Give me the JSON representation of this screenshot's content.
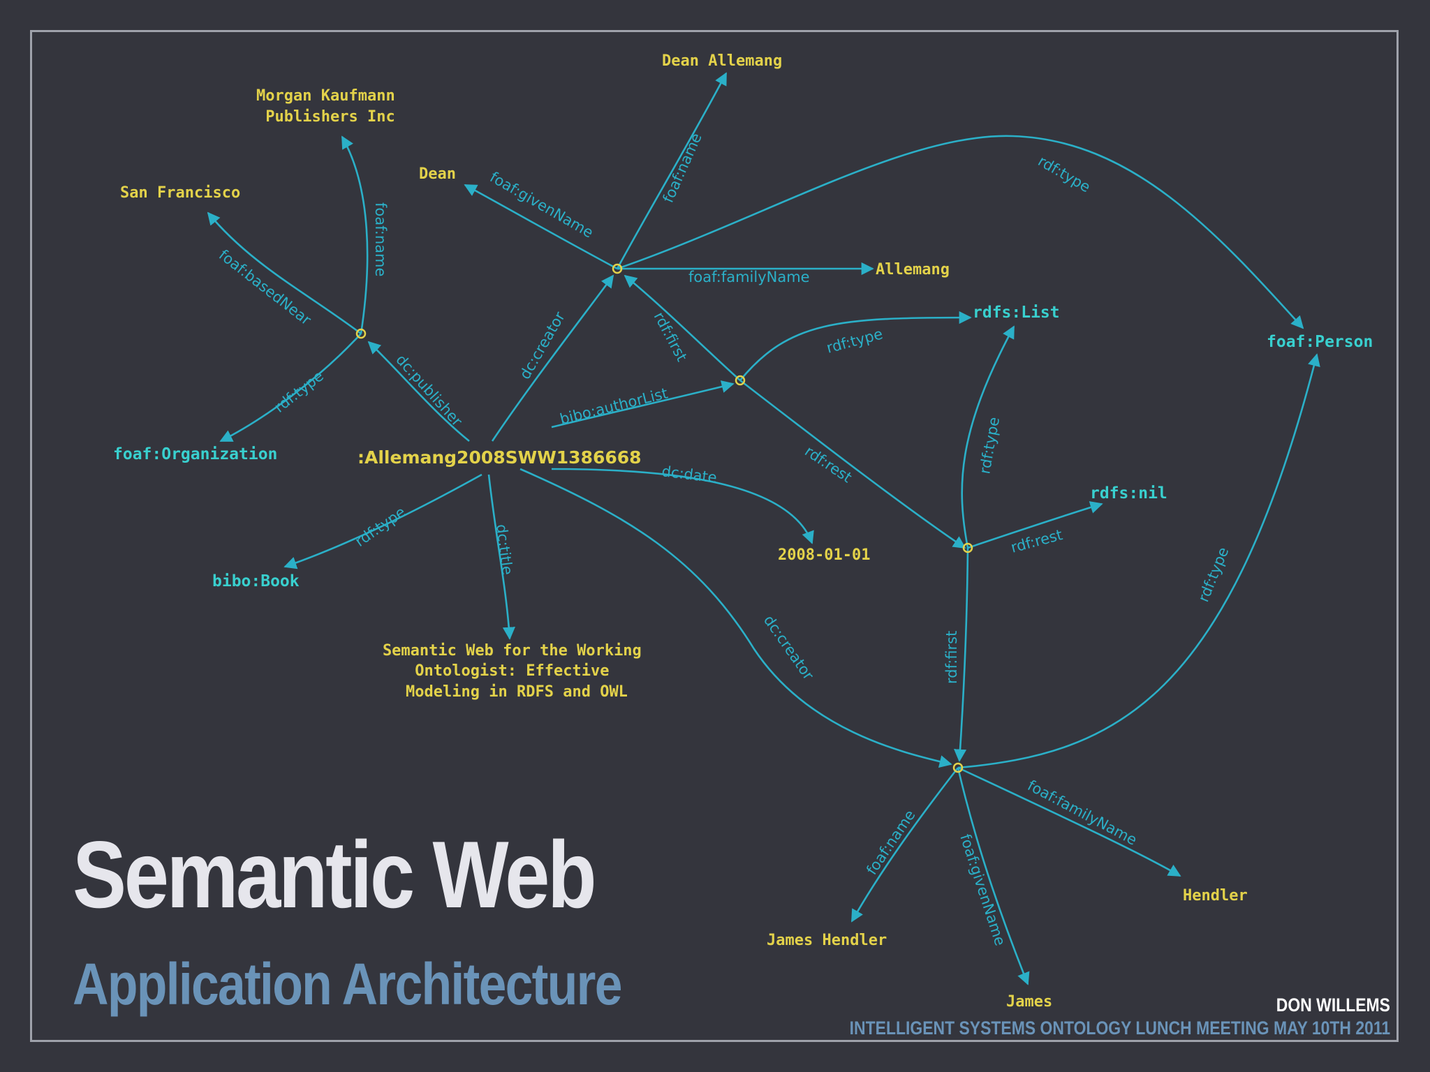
{
  "slide": {
    "title": "Semantic Web",
    "subtitle": "Application Architecture",
    "author": "DON WILLEMS",
    "event": "INTELLIGENT SYSTEMS ONTOLOGY LUNCH MEETING MAY 10TH 2011"
  },
  "graph": {
    "subject": ":Allemang2008SWW1386668",
    "literals": {
      "morgan_kaufmann": [
        "Morgan Kaufmann",
        "Publishers Inc"
      ],
      "san_francisco": "San Francisco",
      "dean": "Dean",
      "dean_allemang": "Dean Allemang",
      "allemang": "Allemang",
      "date": "2008-01-01",
      "book_title": [
        "Semantic Web for the Working",
        "Ontologist: Effective",
        "Modeling in RDFS and OWL"
      ],
      "james_hendler": "James Hendler",
      "james": "James",
      "hendler": "Hendler"
    },
    "resources": {
      "foaf_organization": "foaf:Organization",
      "bibo_book": "bibo:Book",
      "rdfs_list": "rdfs:List",
      "rdfs_nil": "rdfs:nil",
      "foaf_person": "foaf:Person"
    },
    "predicates": {
      "foaf_name_pub": "foaf:name",
      "foaf_basednear": "foaf:basedNear",
      "rdf_type_org": "rdf:type",
      "dc_publisher": "dc:publisher",
      "foaf_givenname_dean": "foaf:givenName",
      "foaf_name_dean": "foaf:name",
      "foaf_familyname_dean": "foaf:familyName",
      "rdf_type_person1": "rdf:type",
      "dc_creator_1": "dc:creator",
      "rdf_first_1": "rdf:first",
      "bibo_authorlist": "bibo:authorList",
      "rdf_type_list1": "rdf:type",
      "rdf_rest_1": "rdf:rest",
      "dc_date": "dc:date",
      "rdf_type_book": "rdf:type",
      "dc_title": "dc:title",
      "dc_creator_2": "dc:creator",
      "rdf_type_list2": "rdf:type",
      "rdf_rest_2": "rdf:rest",
      "rdf_first_2": "rdf:first",
      "rdf_type_person2": "rdf:type",
      "foaf_name_james": "foaf:name",
      "foaf_givenname_james": "foaf:givenName",
      "foaf_familyname_james": "foaf:familyName"
    }
  },
  "colors": {
    "background": "#34353d",
    "edge": "#2bb0c8",
    "literal": "#e3d24a",
    "resource": "#39d0cf",
    "title": "#e6e6ec",
    "subtitle": "#6a93b8"
  }
}
